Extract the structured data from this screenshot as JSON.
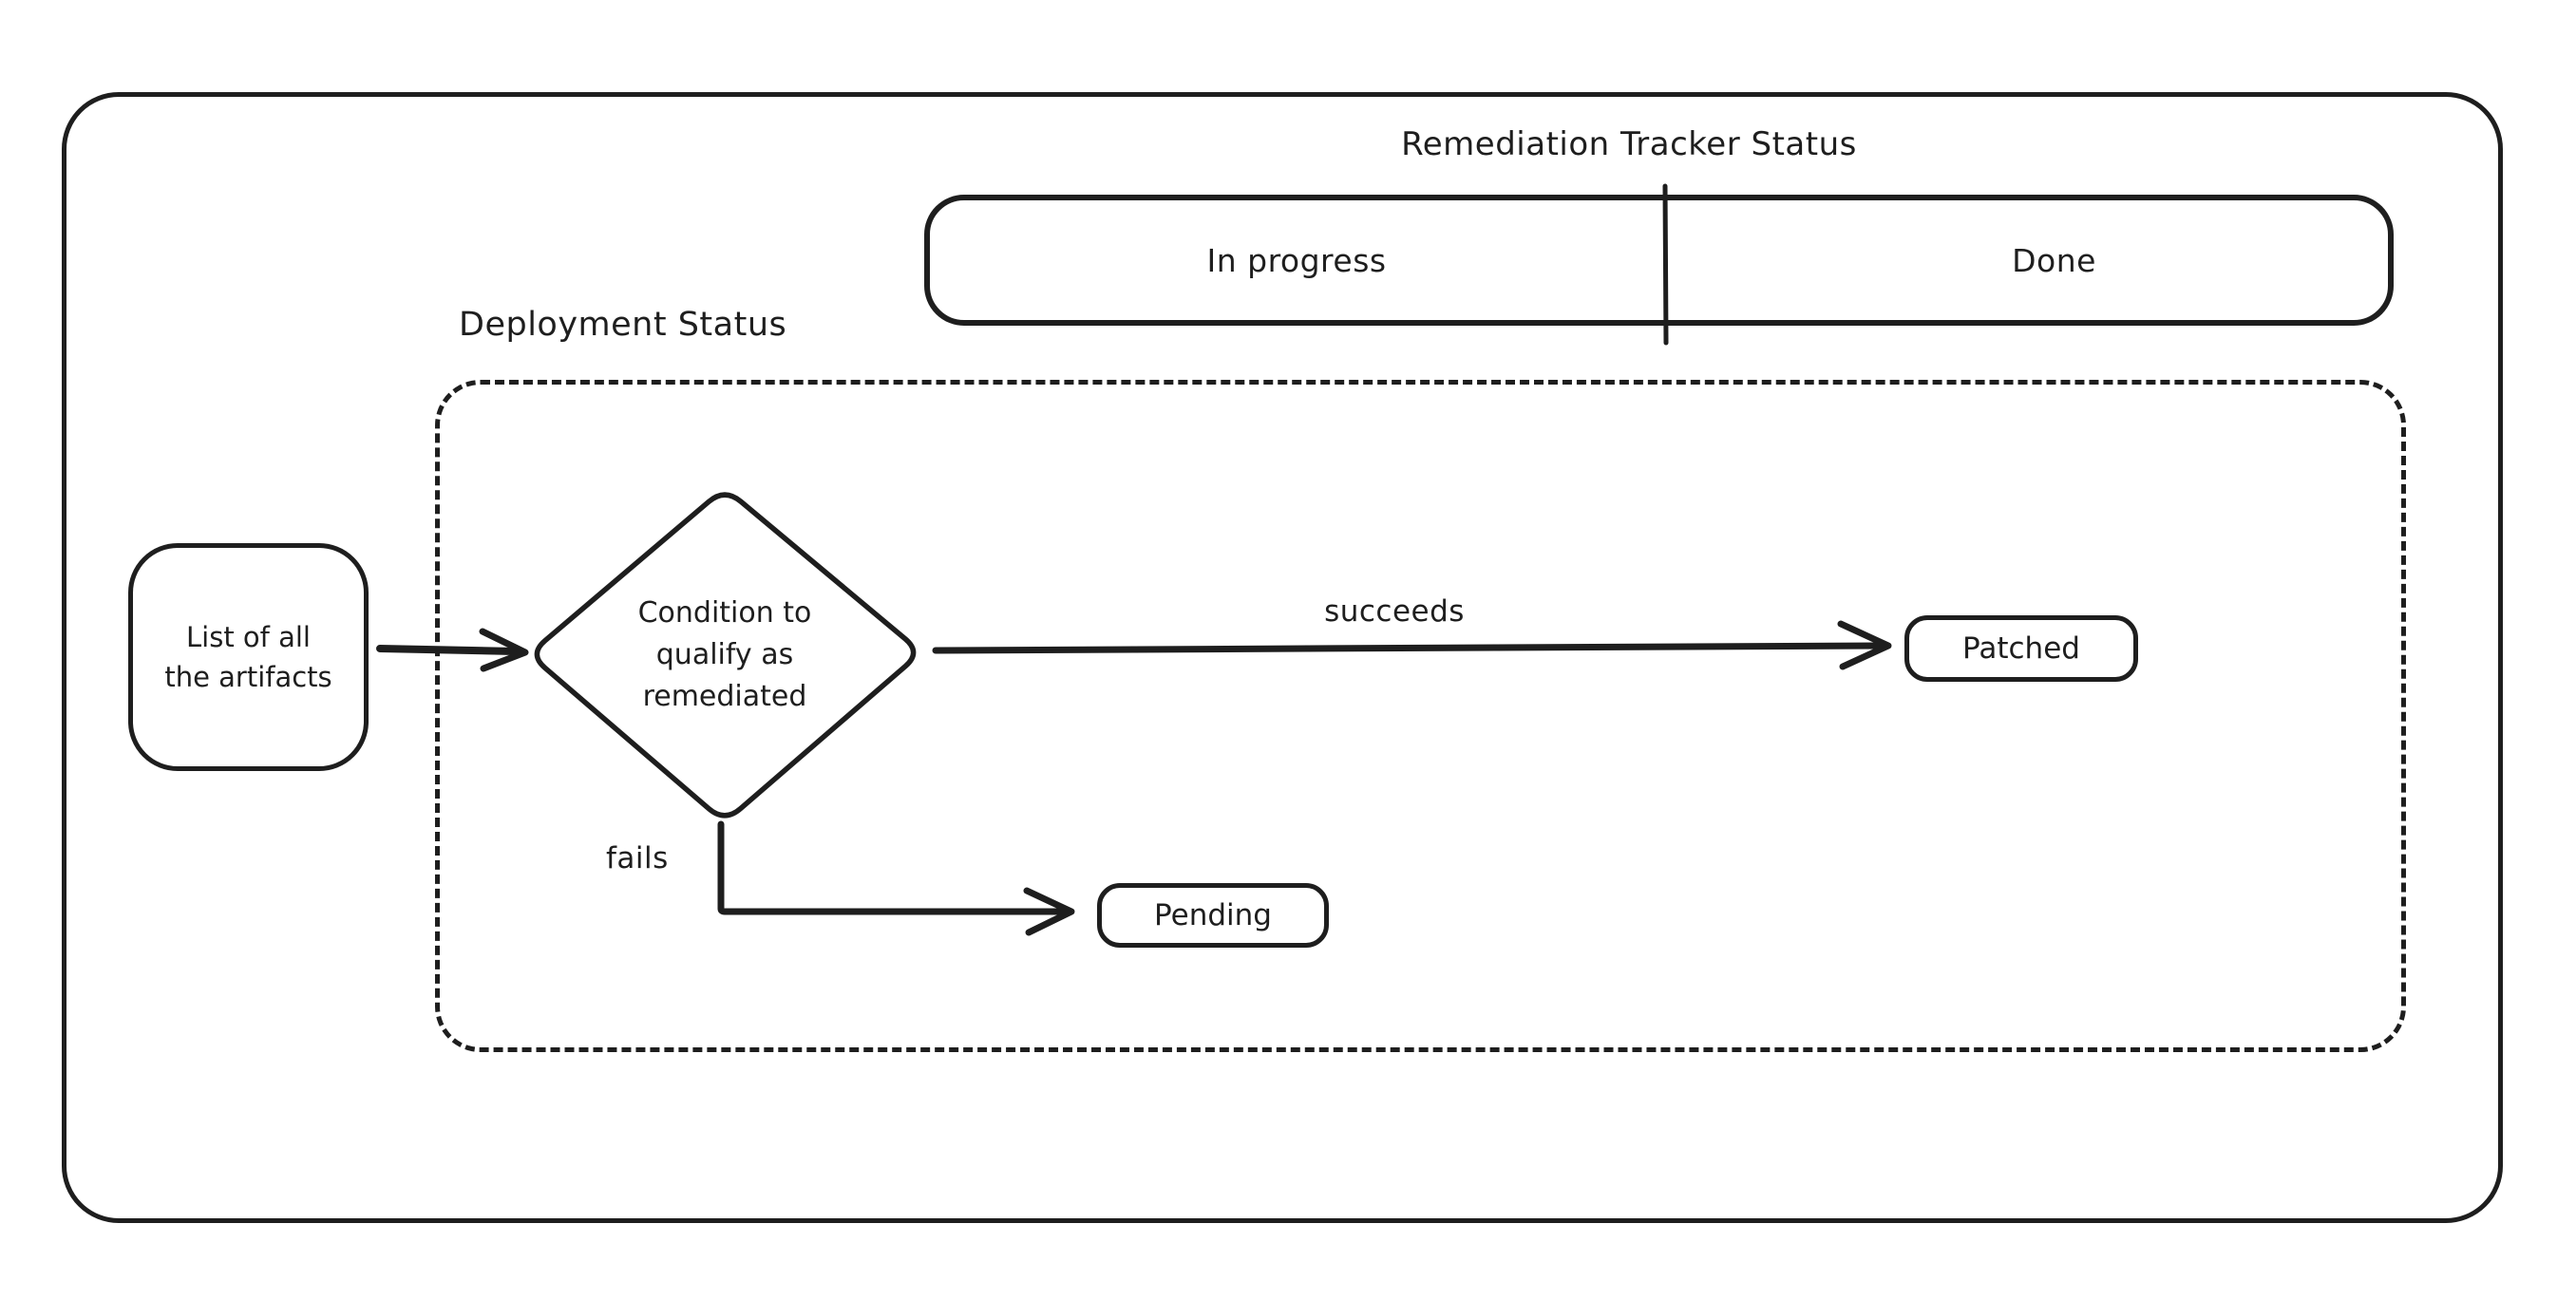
{
  "diagram": {
    "background": "#ffffff",
    "stroke_color": "#1e1e1e"
  },
  "tracker": {
    "title": "Remediation Tracker Status",
    "columns": [
      "In progress",
      "Done"
    ]
  },
  "deployment": {
    "label": "Deployment Status",
    "artifacts": {
      "lines": [
        "List of all",
        "the artifacts"
      ]
    },
    "decision": {
      "lines": [
        "Condition to",
        "qualify as",
        "remediated"
      ]
    },
    "succeeds_label": "succeeds",
    "fails_label": "fails",
    "patched_label": "Patched",
    "pending_label": "Pending"
  }
}
